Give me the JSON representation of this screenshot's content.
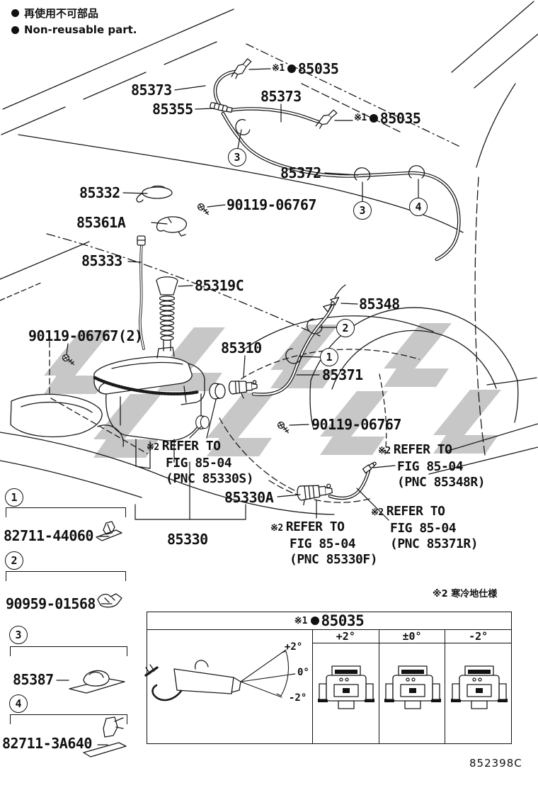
{
  "legend": {
    "jp": "再使用不可部品",
    "en": "Non-reusable part."
  },
  "labels": [
    {
      "id": "85035-top",
      "prefix": "※1",
      "dot": true,
      "text": "85035"
    },
    {
      "id": "85373-left",
      "text": "85373"
    },
    {
      "id": "85355",
      "text": "85355"
    },
    {
      "id": "85373-right",
      "text": "85373"
    },
    {
      "id": "85035-mid",
      "prefix": "※1",
      "dot": true,
      "text": "85035"
    },
    {
      "id": "85372",
      "text": "85372"
    },
    {
      "id": "85332",
      "text": "85332"
    },
    {
      "id": "90119-06767-top",
      "text": "90119-06767"
    },
    {
      "id": "85361A",
      "text": "85361A"
    },
    {
      "id": "85333",
      "text": "85333"
    },
    {
      "id": "85319C",
      "text": "85319C"
    },
    {
      "id": "85348",
      "text": "85348"
    },
    {
      "id": "90119-06767-x2",
      "text": "90119-06767(2)"
    },
    {
      "id": "85310",
      "text": "85310"
    },
    {
      "id": "85371",
      "text": "85371"
    },
    {
      "id": "90119-06767-mid",
      "text": "90119-06767"
    },
    {
      "id": "85330A",
      "text": "85330A"
    },
    {
      "id": "85330",
      "text": "85330"
    }
  ],
  "refer_notes": [
    {
      "prefix": "※2",
      "lines": [
        "REFER TO",
        "FIG 85-04",
        "(PNC 85330S)"
      ]
    },
    {
      "prefix": "※2",
      "lines": [
        "REFER TO",
        "FIG 85-04",
        "(PNC 85348R)"
      ]
    },
    {
      "prefix": "※2",
      "lines": [
        "REFER TO",
        "FIG 85-04",
        "(PNC 85371R)"
      ]
    },
    {
      "prefix": "※2",
      "lines": [
        "REFER TO",
        "FIG 85-04",
        "(PNC 85330F)"
      ]
    }
  ],
  "callouts": {
    "n1": "1",
    "n2": "2",
    "n3": "3",
    "n4": "4"
  },
  "parts_list": [
    {
      "callout": "1",
      "number": "82711-44060"
    },
    {
      "callout": "2",
      "number": "90959-01568"
    },
    {
      "callout": "3",
      "number": "85387"
    },
    {
      "callout": "4",
      "number": "82711-3A640"
    }
  ],
  "nozzle_table": {
    "title_prefix": "※1",
    "title_part": "85035",
    "columns": [
      "+2°",
      "±0°",
      "-2°"
    ],
    "spray_angles": [
      "+2°",
      "0°",
      "-2°"
    ]
  },
  "cold_note": "※2 寒冷地仕様",
  "doc_number": "852398C",
  "colors": {
    "line": "#1a1a1a",
    "watermark": "#c7c7c7"
  }
}
